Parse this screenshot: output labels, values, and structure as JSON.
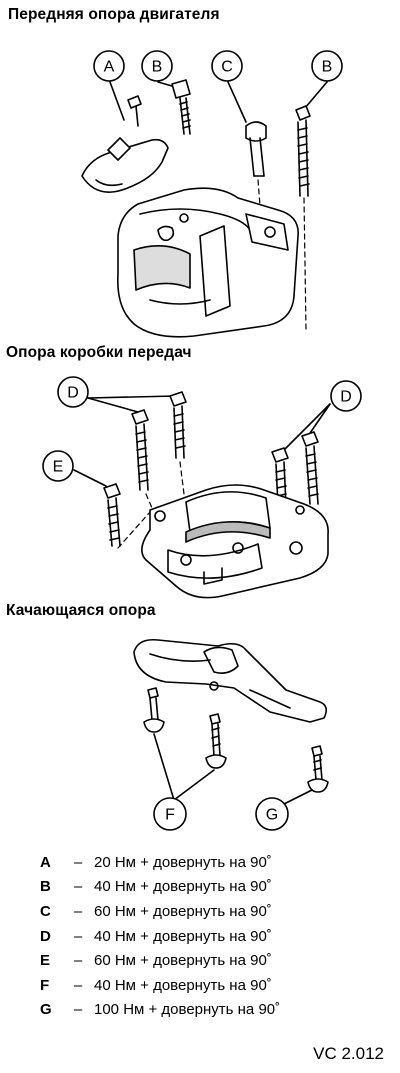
{
  "sections": {
    "front": {
      "title": "Передняя опора двигателя",
      "callouts": [
        "A",
        "B",
        "C",
        "B"
      ]
    },
    "gearbox": {
      "title": "Опора коробки передач",
      "callouts": [
        "D",
        "D",
        "E"
      ]
    },
    "pendulum": {
      "title": "Качающаяся опора",
      "callouts": [
        "F",
        "G"
      ]
    }
  },
  "legend": [
    {
      "key": "A",
      "dash": "–",
      "value": "20 Нм + довернуть на 90˚"
    },
    {
      "key": "B",
      "dash": "–",
      "value": "40 Нм + довернуть на 90˚"
    },
    {
      "key": "C",
      "dash": "–",
      "value": "60 Нм + довернуть на 90˚"
    },
    {
      "key": "D",
      "dash": "–",
      "value": "40 Нм + довернуть на 90˚"
    },
    {
      "key": "E",
      "dash": "–",
      "value": "60 Нм + довернуть на 90˚"
    },
    {
      "key": "F",
      "dash": "–",
      "value": "40 Нм + довернуть на 90˚"
    },
    {
      "key": "G",
      "dash": "–",
      "value": "100 Нм + довернуть на 90˚"
    }
  ],
  "figure_code": "VC 2.012"
}
